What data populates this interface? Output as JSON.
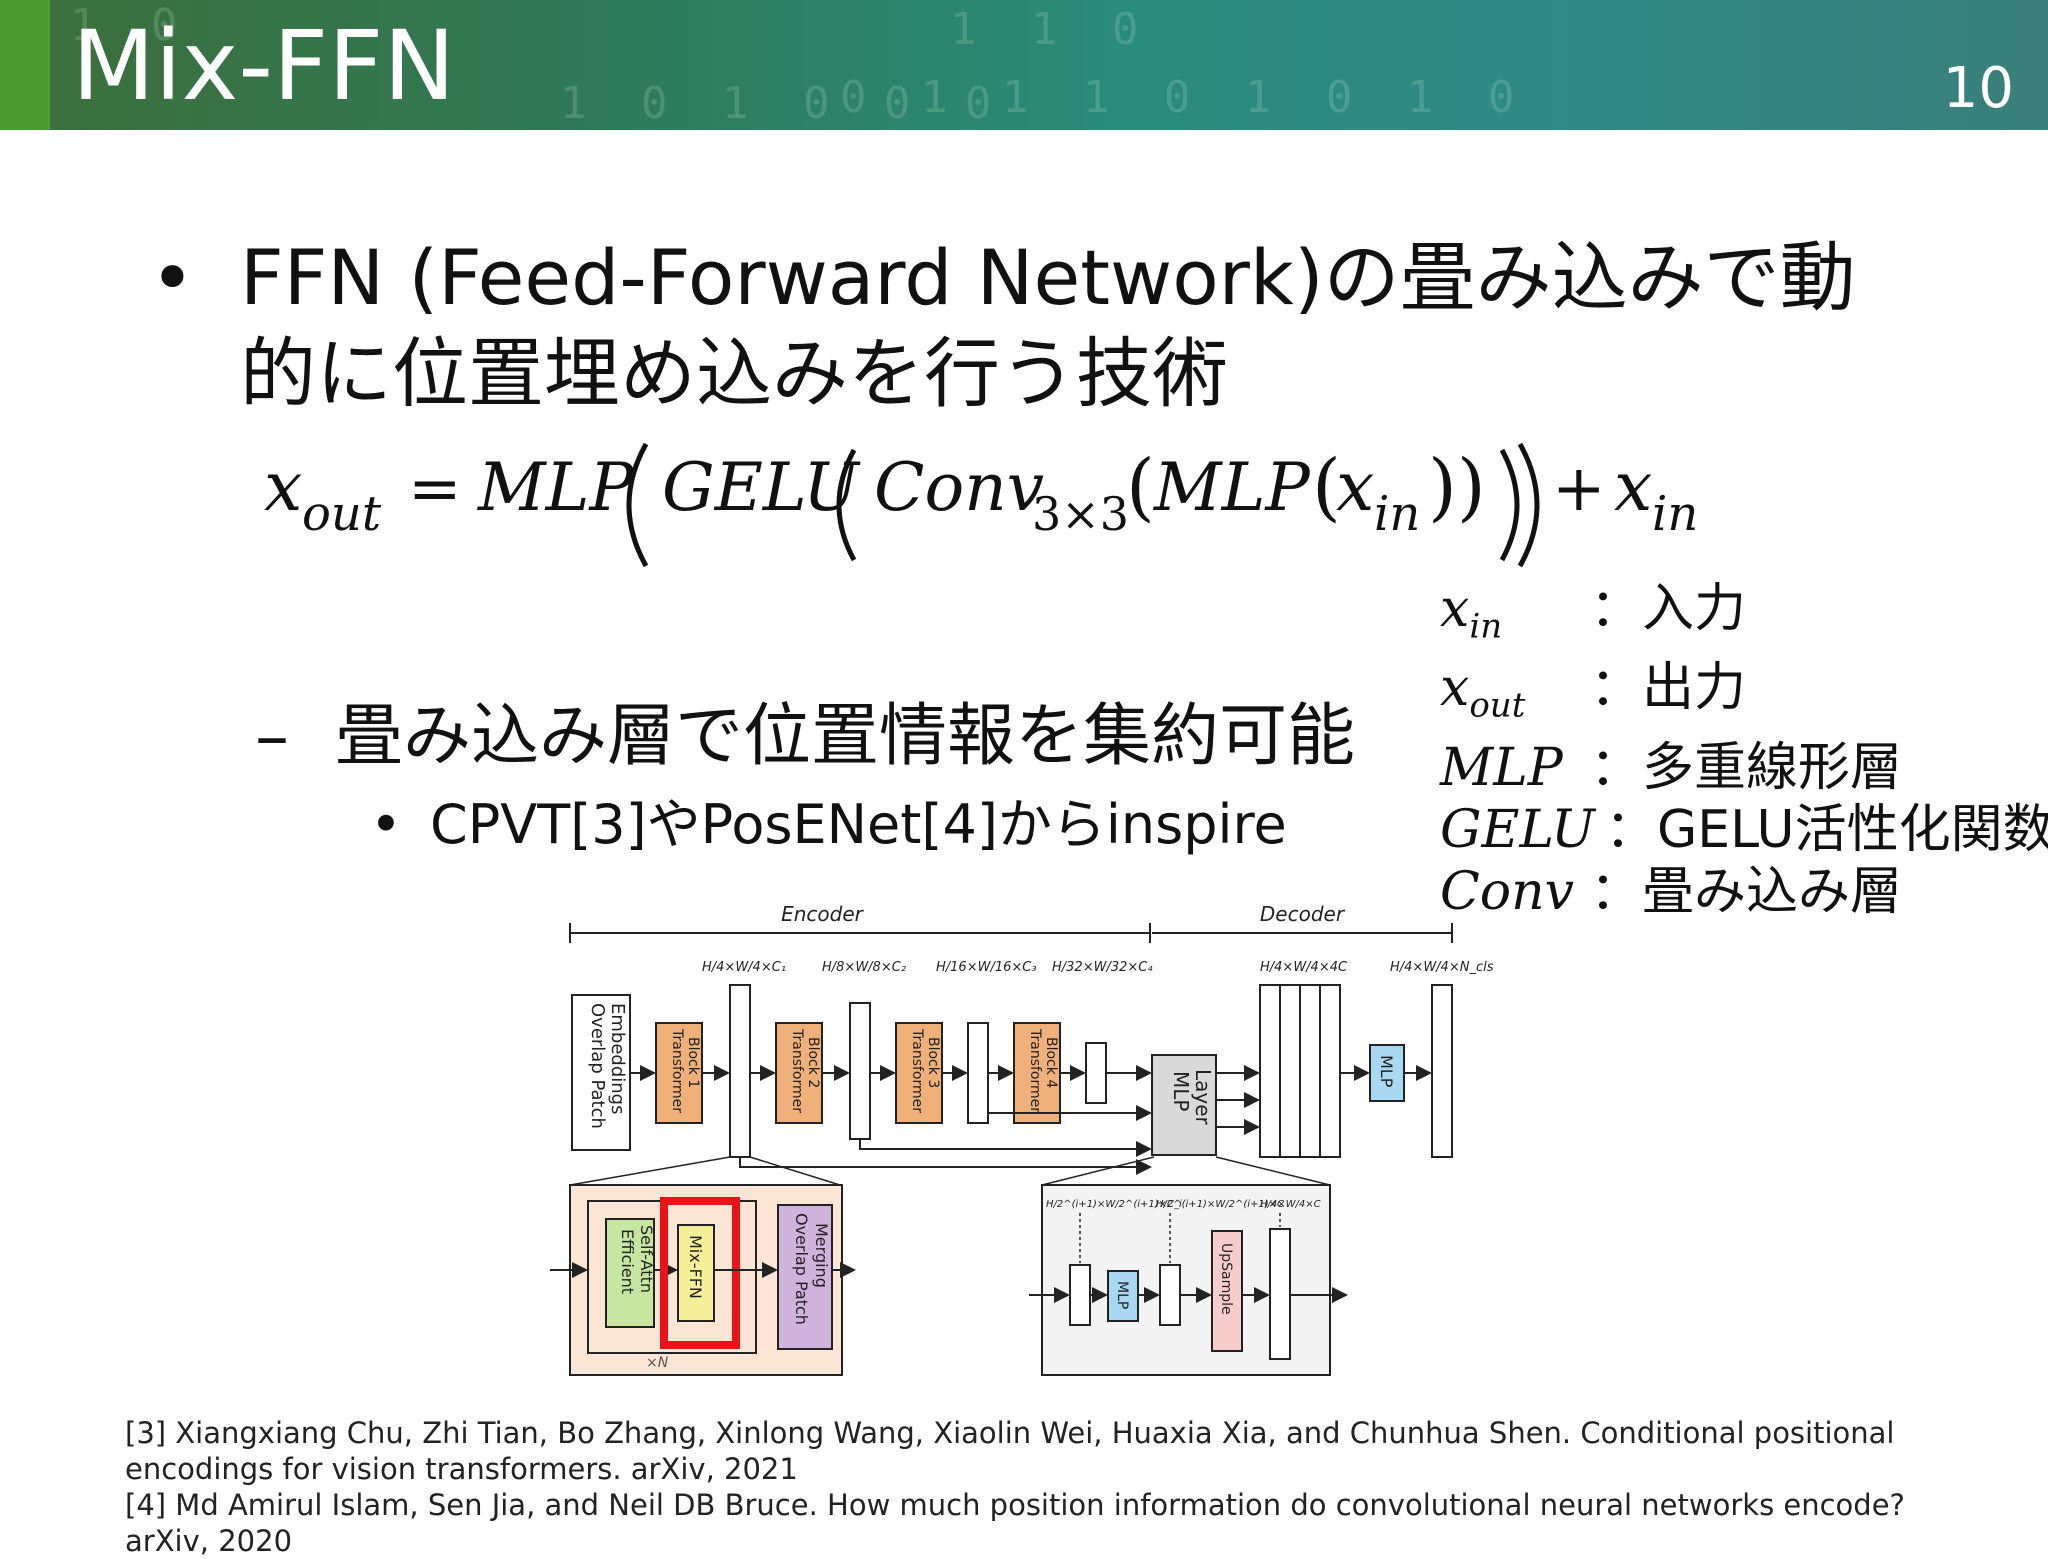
{
  "slide": {
    "title": "Mix-FFN",
    "page_number": "10",
    "background_digits": [
      "1 0",
      "1 1 0",
      "0 1 1 1 0 1 0 1 0",
      "1 0 1 0 0 0"
    ]
  },
  "bullet1": {
    "marker": "•",
    "line1": "FFN (Feed-Forward Network)の畳み込みで動",
    "line2": "的に位置埋め込みを行う技術"
  },
  "formula": {
    "lhs": "x",
    "lhs_sub": "out",
    "equals": "=",
    "mlp": "MLP",
    "gelu": "GELU",
    "conv": "Conv",
    "conv_sub": "3×3",
    "mlp_inner": "MLP",
    "x_in": "x",
    "x_in_sub": "in",
    "plus": "+",
    "x_in2": "x",
    "x_in2_sub": "in"
  },
  "definitions": [
    {
      "symbol": "x",
      "sub": "in",
      "desc": "：入力"
    },
    {
      "symbol": "x",
      "sub": "out",
      "desc": "：出力"
    },
    {
      "symbol": "MLP",
      "sub": "",
      "desc": "：多重線形層"
    },
    {
      "symbol": "GELU",
      "sub": "",
      "desc": "：GELU活性化関数"
    },
    {
      "symbol": "Conv",
      "sub": "",
      "desc": "：畳み込み層"
    }
  ],
  "sub_bullet": {
    "marker": "–",
    "text": "畳み込み層で位置情報を集約可能"
  },
  "sub_sub_bullet": {
    "marker": "•",
    "text": "CPVT[3]やPosENet[4]からinspire"
  },
  "figure": {
    "encoder_label": "Encoder",
    "decoder_label": "Decoder",
    "overlap_patch_embeddings": [
      "Overlap Patch",
      "Embeddings"
    ],
    "blocks": [
      {
        "l1": "Transformer",
        "l2": "Block 1",
        "dim": "H/4×W/4×C₁"
      },
      {
        "l1": "Transformer",
        "l2": "Block 2",
        "dim": "H/8×W/8×C₂"
      },
      {
        "l1": "Transformer",
        "l2": "Block 3",
        "dim": "H/16×W/16×C₃"
      },
      {
        "l1": "Transformer",
        "l2": "Block 4",
        "dim": "H/32×W/32×C₄"
      }
    ],
    "mlp_layer": [
      "MLP",
      "Layer"
    ],
    "decoder_dim": "H/4×W/4×4C",
    "mlp_small": "MLP",
    "output_dim": "H/4×W/4×N_cls",
    "efficient_self_attn": [
      "Efficient",
      "Self-Attn"
    ],
    "mix_ffn": "Mix-FFN",
    "overlap_patch_merging": [
      "Overlap Patch",
      "Merging"
    ],
    "xn": "×N",
    "detail_dims": [
      "H/2^(i+1)×W/2^(i+1)×C_i",
      "H/2^(i+1)×W/2^(i+1)×C",
      "H/4×W/4×C"
    ],
    "detail_mlp": "MLP",
    "upsample": "UpSample",
    "colors": {
      "transformer": "#f0b07a",
      "mlp": "#a9d8f2",
      "mlp_layer": "#d9d9d9",
      "attn": "#c6e6a1",
      "mixffn": "#f6ef9a",
      "merging": "#cfb3dc",
      "upsample": "#f7cccc",
      "highlight": "#e8141a",
      "encoder_bg": "#fbe6d6",
      "decoder_bg": "#f3f3f3"
    }
  },
  "references": [
    "[3] Xiangxiang Chu, Zhi Tian, Bo Zhang, Xinlong Wang, Xiaolin Wei, Huaxia Xia, and Chunhua Shen. Conditional positional encodings for vision transformers. arXiv, 2021",
    "[4] Md Amirul Islam, Sen Jia, and Neil DB Bruce. How much position information do convolutional neural networks encode? arXiv, 2020"
  ]
}
